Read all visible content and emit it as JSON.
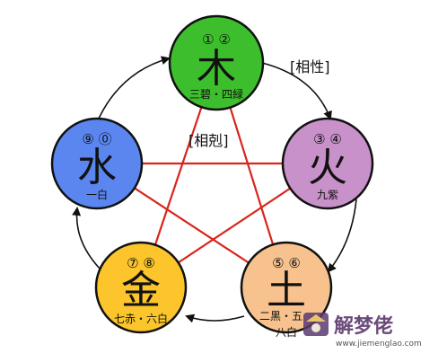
{
  "relations": {
    "generating_label": "[相性]",
    "controlling_label": "[相剋]"
  },
  "elements": [
    {
      "char": "木",
      "numbers": "① ②",
      "sub": "三碧・四緑",
      "color": "#3dbf2d"
    },
    {
      "char": "火",
      "numbers": "③ ④",
      "sub": "九紫",
      "color": "#c891c9"
    },
    {
      "char": "土",
      "numbers": "⑤ ⑥",
      "sub": "二黒・五",
      "sub2": "八白",
      "color": "#f7c28e"
    },
    {
      "char": "金",
      "numbers": "⑦ ⑧",
      "sub": "七赤・六白",
      "color": "#fbc52b"
    },
    {
      "char": "水",
      "numbers": "⑨ ⓪",
      "sub": "一白",
      "color": "#5b86f0"
    }
  ],
  "watermark": {
    "text": "解梦佬",
    "url": "www.jiemenglao.com"
  }
}
